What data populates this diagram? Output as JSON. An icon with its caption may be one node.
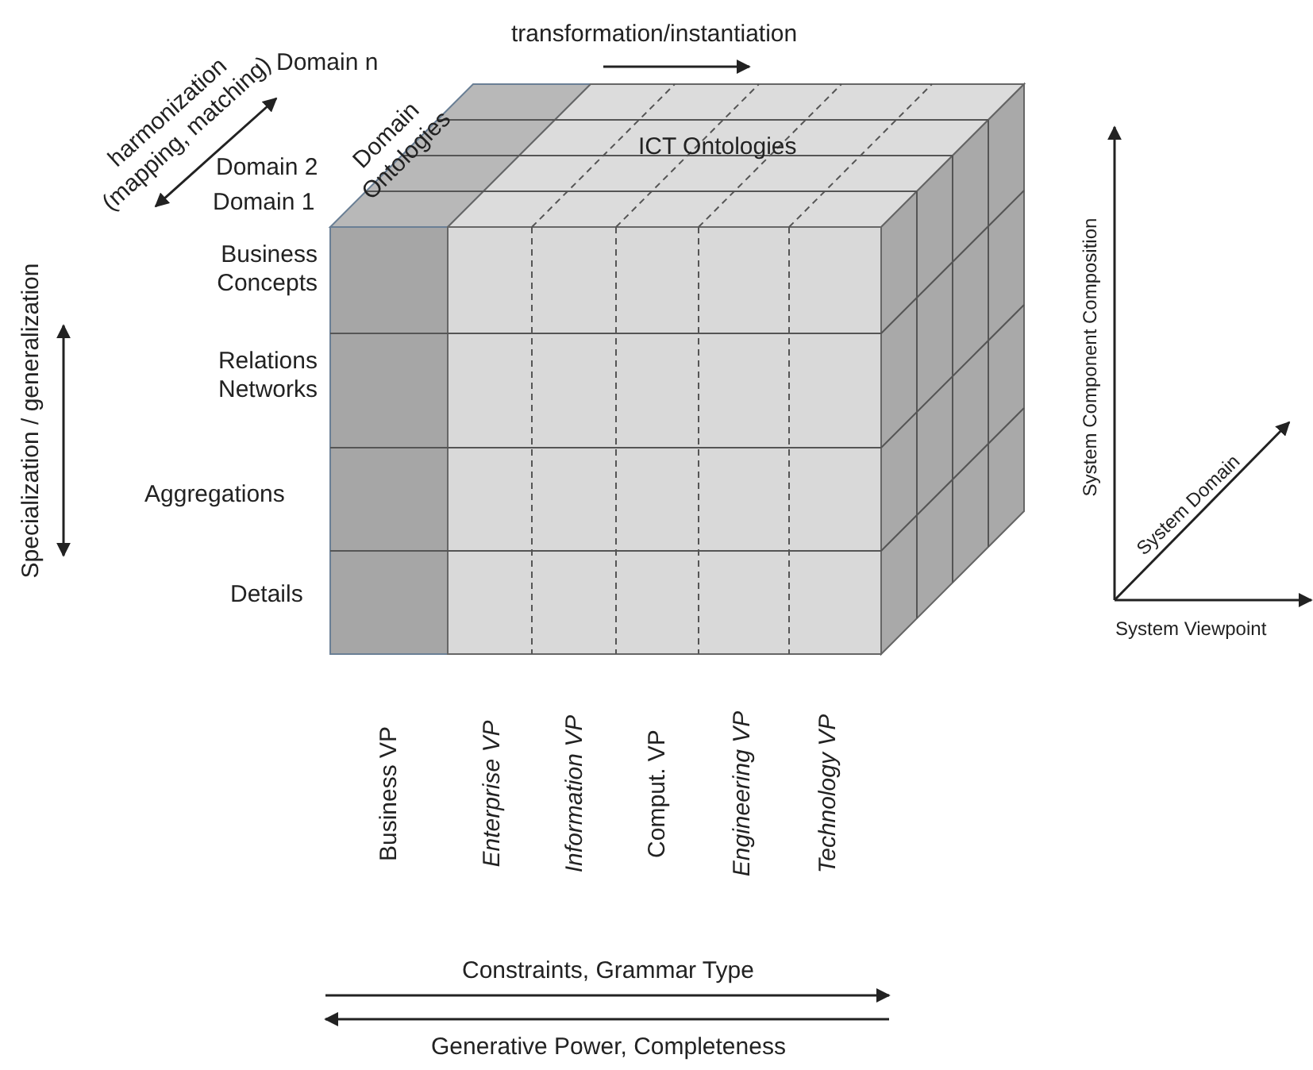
{
  "diagram": {
    "labels": [
      "harmonization (mapping, matching)",
      "transformation/instantiation",
      "Domain n",
      "Domain 2",
      "Domain 1",
      "Domain Ontologies",
      "ICT Ontologies",
      "Specialization / generalization",
      "Business Concepts",
      "Relations Networks",
      "Aggregations",
      "Details",
      "System Component Composition",
      "System Domain",
      "System Viewpoint",
      "Business VP",
      "Enterprise VP",
      "Information VP",
      "Comput. VP",
      "Engineering VP",
      "Technology VP",
      "Constraints, Grammar Type",
      "Generative Power, Completeness"
    ]
  }
}
